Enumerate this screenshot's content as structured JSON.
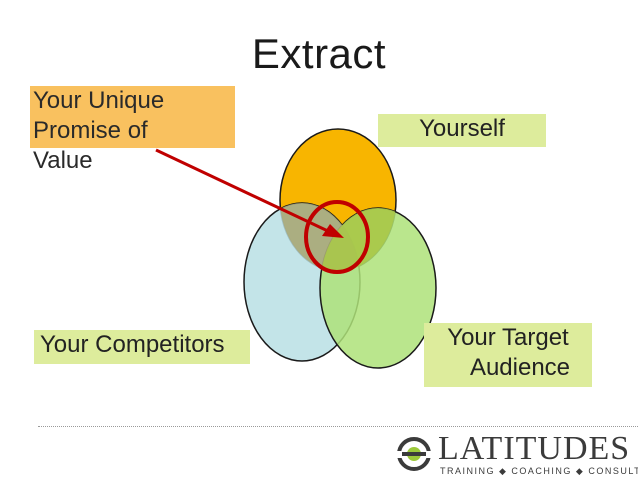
{
  "title": "Extract",
  "labels": {
    "promise": "Your Unique\nPromise of\nValue",
    "yourself": "Yourself",
    "competitors": "Your Competitors",
    "target_line1": "Your Target",
    "target_line2": "Audience"
  },
  "logo": {
    "name": "LATITUDES",
    "tagline": "TRAINING ◆ COACHING ◆ CONSULTING"
  },
  "colors": {
    "yourself_circle": "#f8b500",
    "competitors_circle": "#b8dfe4",
    "target_circle": "#aee279",
    "label_box": "#ddec9c",
    "promise_box": "#f9c15f",
    "highlight": "#c00000"
  },
  "icons": [
    "venn-diagram",
    "arrow-icon",
    "logo-mark-icon"
  ]
}
